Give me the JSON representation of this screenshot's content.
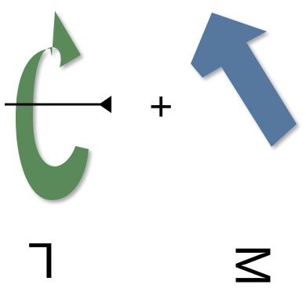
{
  "operator": "+",
  "labels": {
    "left": "L",
    "right": "M"
  },
  "colors": {
    "rotation_arrow": "#5a8a5a",
    "translation_arrow": "#56789e",
    "axis_line": "#000000",
    "text": "#000000"
  },
  "icons": {
    "left_symbol": "curved-rotation-arrow",
    "right_symbol": "straight-diagonal-arrow"
  }
}
